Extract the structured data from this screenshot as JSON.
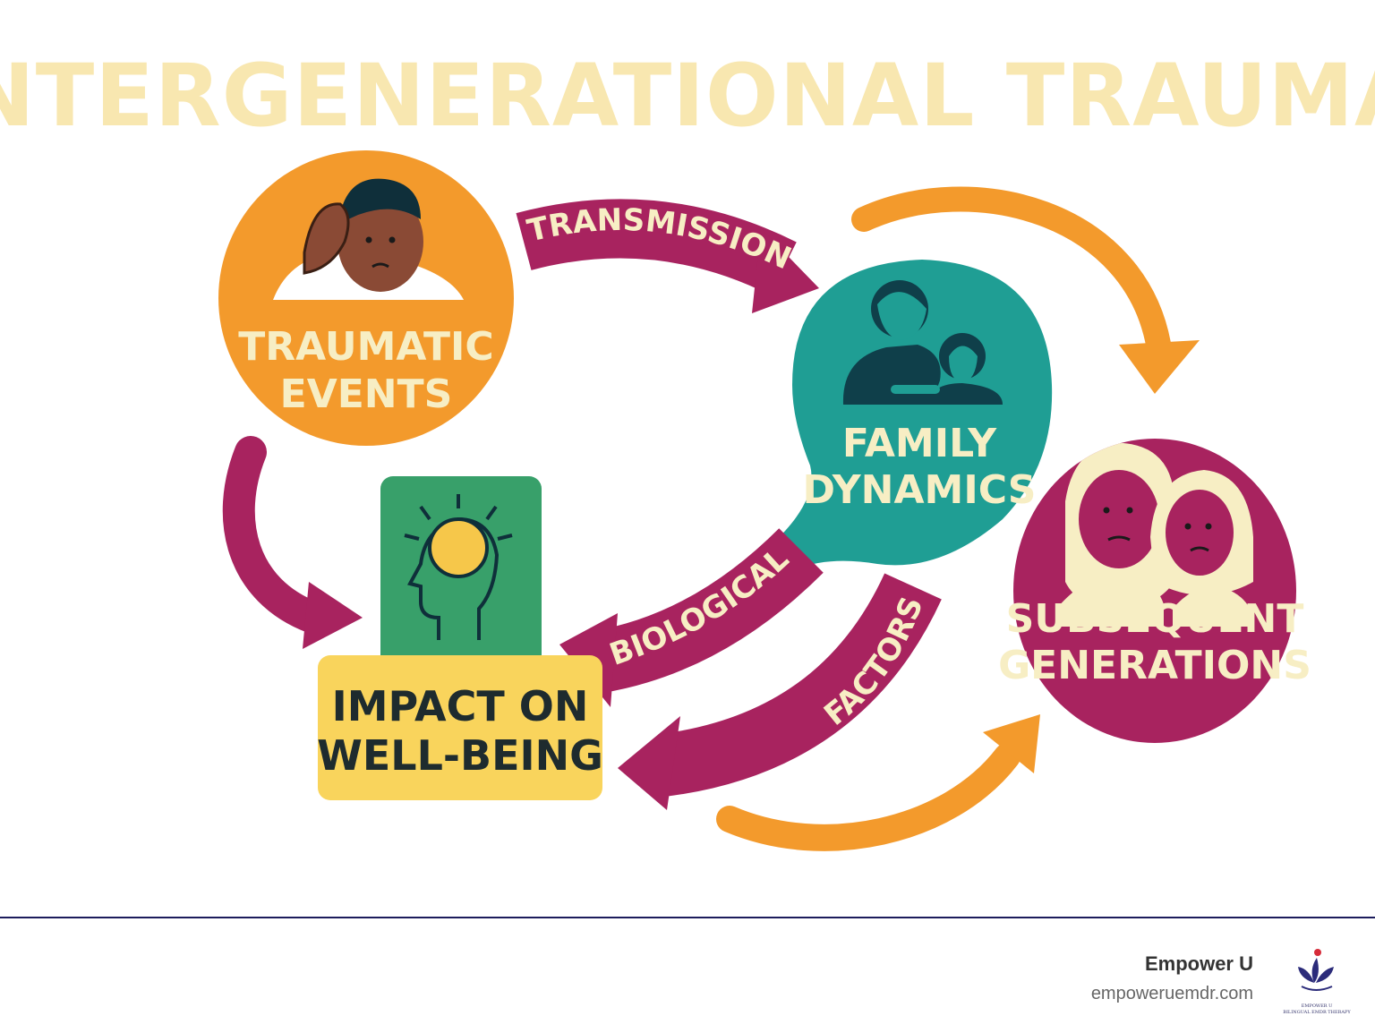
{
  "title": "INTERGENERATIONAL TRAUMA",
  "nodes": {
    "traumatic_events": {
      "line1": "TRAUMATIC",
      "line2": "EVENTS",
      "color": "#f39a2c"
    },
    "family_dynamics": {
      "line1": "FAMILY",
      "line2": "DYNAMICS",
      "color": "#1f9e94"
    },
    "subsequent_generations": {
      "line1": "SUBSEQUENT",
      "line2": "GENERATIONS",
      "color": "#a8235f"
    },
    "impact_on_wellbeing": {
      "line1": "IMPACT ON",
      "line2": "WELL-BEING",
      "box_color": "#f9d45c",
      "icon_color": "#38a06a"
    }
  },
  "arrows": {
    "transmission": "TRANSMISSION",
    "biological": "BIOLOGICAL",
    "factors": "FACTORS"
  },
  "colors": {
    "magenta": "#a8235f",
    "orange": "#f39a2c",
    "title": "#f8e7b0"
  },
  "icons": {
    "traumatic_events": "distressed-person-icon",
    "family_dynamics": "parent-child-icon",
    "subsequent_generations": "two-worried-faces-icon",
    "impact_on_wellbeing": "head-with-sun-icon",
    "logo": "lotus-logo-icon"
  },
  "footer": {
    "brand": "Empower U",
    "url": "empoweruemdr.com",
    "logo_text_line1": "EMPOWER U",
    "logo_text_line2": "BILINGUAL EMDR THERAPY"
  }
}
